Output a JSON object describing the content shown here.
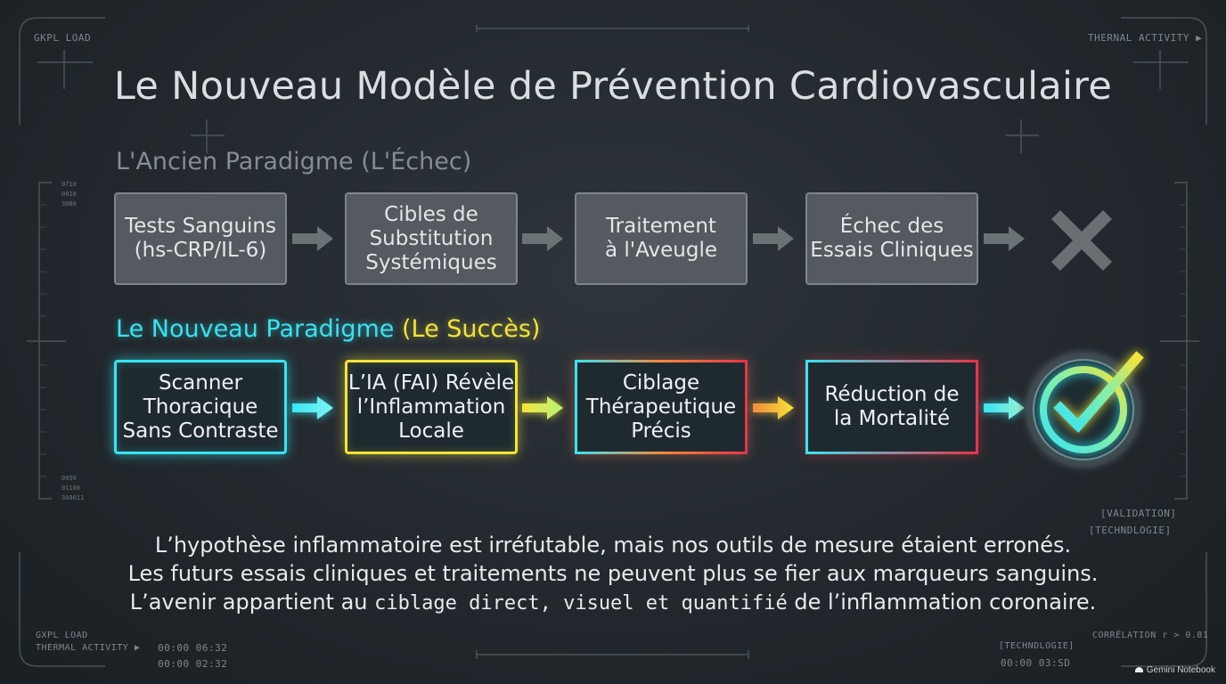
{
  "title": "Le Nouveau Modèle de Prévention Cardiovasculaire",
  "old_paradigm": {
    "heading": "L'Ancien Paradigme (L'Échec)",
    "steps": [
      "Tests Sanguins\n(hs-CRP/IL-6)",
      "Cibles de\nSubstitution\nSystémiques",
      "Traitement\nà l'Aveugle",
      "Échec des\nEssais Cliniques"
    ],
    "result_icon": "x-mark-icon"
  },
  "new_paradigm": {
    "heading_part1": "Le Nouveau Paradigme ",
    "heading_part2": "(Le Succès)",
    "steps": [
      "Scanner\nThoracique\nSans Contraste",
      "L’IA (FAI) Révèle\nl’Inflammation\nLocale",
      "Ciblage\nThérapeutique\nPrécis",
      "Réduction de\nla Mortalité"
    ],
    "result_icon": "check-circle-icon"
  },
  "conclusion": {
    "line1": "L’hypothèse inflammatoire est irréfutable, mais nos outils de mesure étaient erronés.",
    "line2": "Les futurs essais cliniques et traitements ne peuvent plus se fier aux marqueurs sanguins.",
    "line3_a": "L’avenir appartient au ",
    "line3_b": "ciblage direct, visuel et quantifié",
    "line3_c": " de l’inflammation coronaire."
  },
  "hud": {
    "top_left": "GKPL LOAD",
    "top_right": "THERNAL ACTIVITY ▶",
    "left_ticks_top": [
      "0710",
      "0018",
      "3080"
    ],
    "left_ticks_bottom": [
      "0050",
      "01100",
      "3A9011"
    ],
    "bottom_left_1": "GXPL LOAD",
    "bottom_left_2": "THERMAL ACTIVITY ▶",
    "time1": "00:00 06:32",
    "time2": "00:00 02:32",
    "right_label1": "[VALIDATION]",
    "right_label2": "[TECHNDLOGIE]",
    "bottom_right_tech": "[TECHNDLOGIE]",
    "bottom_right_time": "00:00 03:SD",
    "correlation": "CORRÉLATION r > 0.81",
    "brand": "Gemini Notebook"
  },
  "colors": {
    "cyan": "#38e4f2",
    "yellow": "#f2e43a",
    "red": "#e8334a",
    "gray_box": "#545a5f"
  }
}
